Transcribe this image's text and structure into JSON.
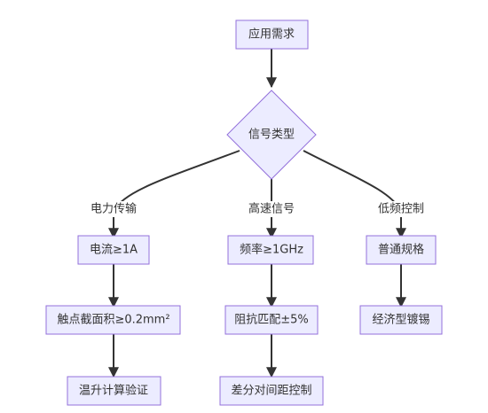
{
  "diagram": {
    "nodes": {
      "requirement": "应用需求",
      "signal_type": "信号类型",
      "current": "电流≥1A",
      "contact_area": "触点截面积≥0.2mm²",
      "temp_rise": "温升计算验证",
      "frequency": "频率≥1GHz",
      "impedance": "阻抗匹配±5%",
      "diff_pair": "差分对间距控制",
      "spec": "普通规格",
      "plating": "经济型镀锡"
    },
    "edges": {
      "power": "电力传输",
      "highspeed": "高速信号",
      "lowfreq": "低频控制"
    }
  }
}
